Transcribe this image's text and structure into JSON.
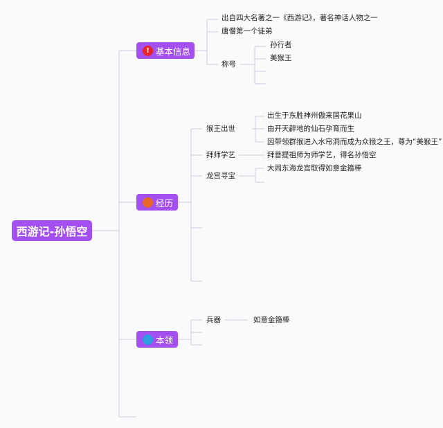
{
  "root": {
    "label": "西游记-孙悟空"
  },
  "branches": [
    {
      "label": "基本信息",
      "marker": "!",
      "marker_color": "#e8242b",
      "items": [
        {
          "text": "出自四大名著之一《西游记》，著名神话人物之一"
        },
        {
          "text": "唐僧第一个徒弟"
        },
        {
          "text": "称号",
          "children": [
            "孙行者",
            "美猴王"
          ]
        }
      ]
    },
    {
      "label": "经历",
      "marker": "",
      "marker_color": "#e8662a",
      "items": [
        {
          "text": "猴王出世",
          "children": [
            "出生于东胜神州傲来国花果山",
            "由开天辟地的仙石孕育而生",
            "因带领群猴进入水帘洞而成为众猴之王，尊为“美猴王”"
          ]
        },
        {
          "text": "拜师学艺",
          "children": [
            "拜菩提祖师为师学艺，得名孙悟空"
          ]
        },
        {
          "text": "龙宫寻宝",
          "children": [
            "大闹东海龙宫取得如意金箍棒"
          ]
        }
      ]
    },
    {
      "label": "本领",
      "marker": "",
      "marker_color": "#2f9de0",
      "items": [
        {
          "text": "兵器",
          "children": [
            "如意金箍棒"
          ]
        }
      ]
    }
  ],
  "colors": {
    "node_fill": "#a44ff0",
    "connector": "#cfc9e0",
    "background": "#fafafa"
  }
}
